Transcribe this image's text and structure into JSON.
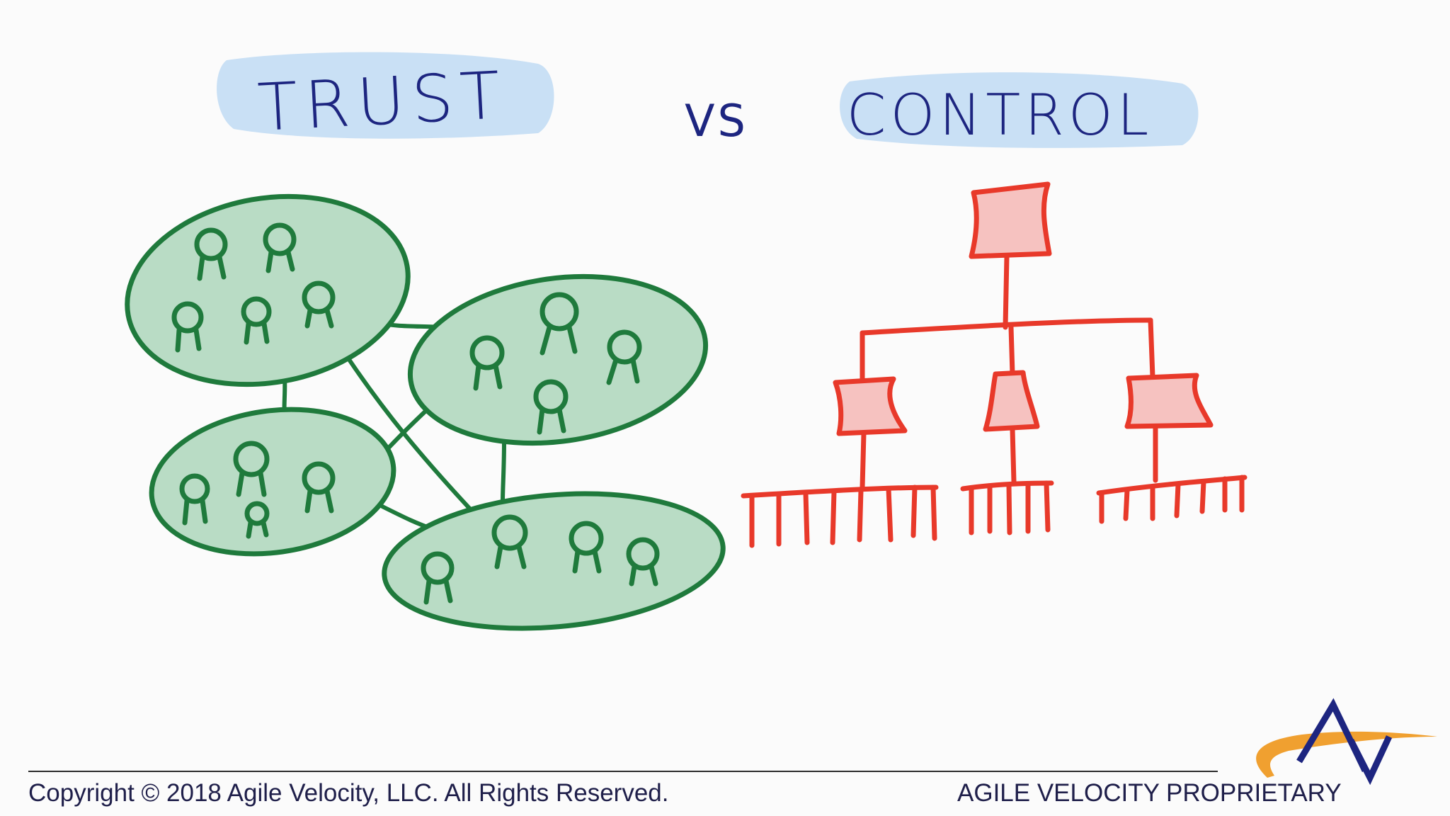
{
  "title_left": "TRUST",
  "title_vs": "VS",
  "title_right": "CONTROL",
  "footer": {
    "copyright": "Copyright © 2018 Agile Velocity, LLC.  All Rights Reserved.",
    "proprietary": "AGILE VELOCITY PROPRIETARY"
  },
  "colors": {
    "title_ink": "#1d2580",
    "title_highlight": "#c9e0f5",
    "trust_ink": "#1f7a3c",
    "trust_fill": "#b9dcc5",
    "control_ink": "#e8392a",
    "control_fill": "#f6c2c0",
    "logo_orange": "#f0a030",
    "logo_navy": "#1d2580"
  },
  "logo": {
    "icon": "agile-velocity-logo-icon"
  }
}
